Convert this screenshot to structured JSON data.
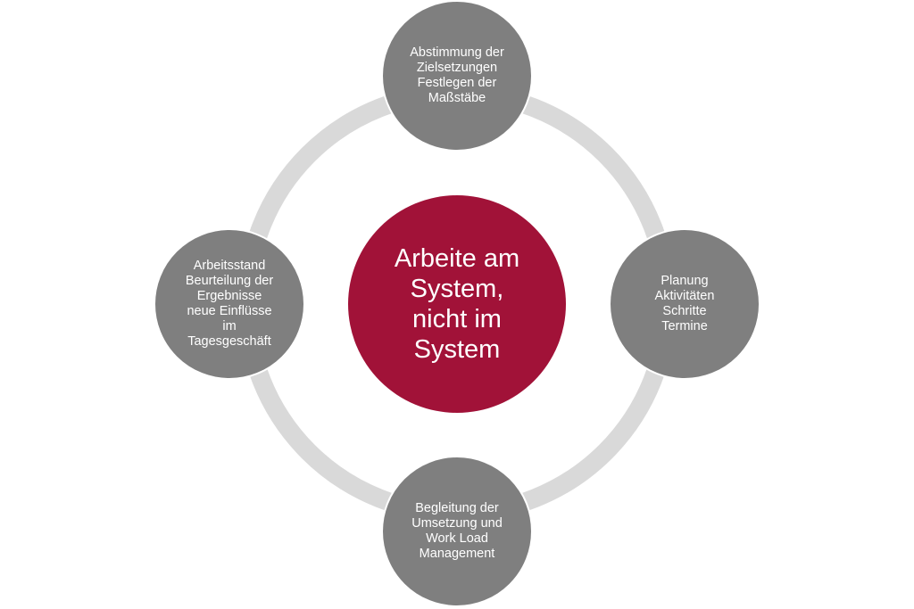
{
  "diagram": {
    "center": {
      "lines": [
        "Arbeite am",
        "System,",
        "nicht im",
        "System"
      ]
    },
    "nodes": {
      "top": {
        "lines": [
          "Abstimmung der",
          "Zielsetzungen",
          "Festlegen der",
          "Maßstäbe"
        ]
      },
      "right": {
        "lines": [
          "Planung",
          "Aktivitäten",
          "Schritte",
          "Termine"
        ]
      },
      "bottom": {
        "lines": [
          "Begleitung der",
          "Umsetzung und",
          "Work Load",
          "Management"
        ]
      },
      "left": {
        "lines": [
          "Arbeitsstand",
          "Beurteilung der",
          "Ergebnisse",
          "neue Einflüsse",
          "im",
          "Tagesgeschäft"
        ]
      }
    },
    "colors": {
      "ring": "#d9d9d9",
      "node": "#7f7f7f",
      "center": "#a11238",
      "text": "#ffffff"
    }
  }
}
